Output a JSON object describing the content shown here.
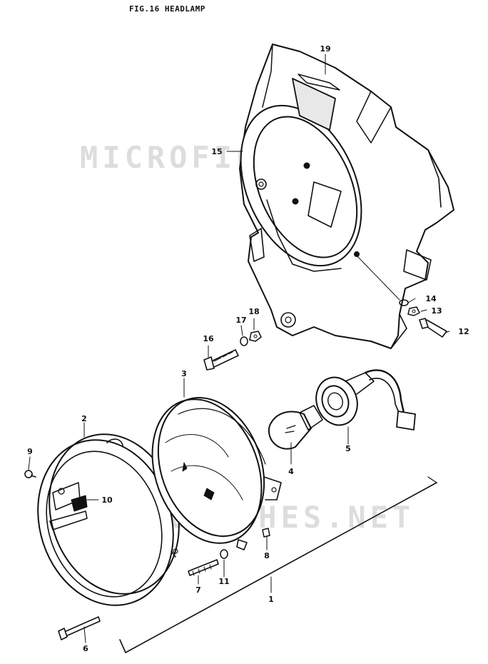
{
  "figure": {
    "title": "FIG.16  HEADLAMP",
    "watermark": "MICROFICHES.NET"
  },
  "callouts": [
    {
      "id": "c1",
      "label": "1"
    },
    {
      "id": "c2",
      "label": "2"
    },
    {
      "id": "c3",
      "label": "3"
    },
    {
      "id": "c4",
      "label": "4"
    },
    {
      "id": "c5",
      "label": "5"
    },
    {
      "id": "c6",
      "label": "6"
    },
    {
      "id": "c7",
      "label": "7"
    },
    {
      "id": "c8",
      "label": "8"
    },
    {
      "id": "c9",
      "label": "9"
    },
    {
      "id": "c10",
      "label": "10"
    },
    {
      "id": "c11",
      "label": "11"
    },
    {
      "id": "c12",
      "label": "12"
    },
    {
      "id": "c13",
      "label": "13"
    },
    {
      "id": "c14",
      "label": "14"
    },
    {
      "id": "c15",
      "label": "15"
    },
    {
      "id": "c16",
      "label": "16"
    },
    {
      "id": "c17",
      "label": "17"
    },
    {
      "id": "c18",
      "label": "18"
    },
    {
      "id": "c19",
      "label": "19"
    }
  ],
  "colors": {
    "ink": "#111111",
    "watermark": "#d8d8d8",
    "paper": "#ffffff"
  }
}
